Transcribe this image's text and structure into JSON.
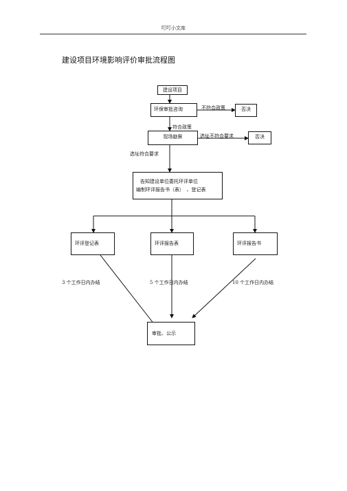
{
  "header": {
    "site": "叮叮小文库"
  },
  "title": "建设项目环境影响评价审批流程图",
  "nodes": {
    "project": "建设项目",
    "review": "环保审批咨询",
    "reject1": "否决",
    "survey": "现场勘察",
    "reject2": "否决",
    "notify_line1": "告知建设单位委托环评单位",
    "notify_line2": "编制环评报告书（表）　、登记表",
    "register": "环评登记表",
    "report_table": "环评报告表",
    "report_book": "环评报告书",
    "approve": "审批、公示"
  },
  "edges": {
    "not_policy": "不符合政策",
    "policy_ok": "符合政策",
    "site_not_ok": "选址不符合要求",
    "site_ok": "选址符合要求",
    "days3": "3 个工作日内办结",
    "days5": "5 个工作日内办结",
    "days10": "10 个工作日内办结"
  }
}
